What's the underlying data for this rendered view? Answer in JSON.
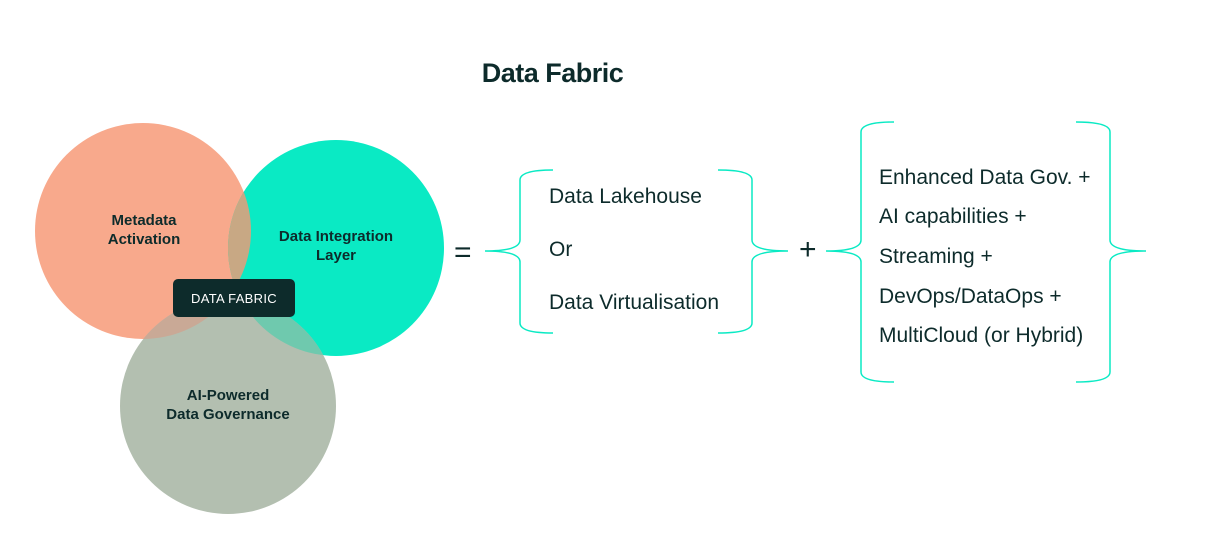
{
  "title": "Data Fabric",
  "circles": {
    "metadata": {
      "line1": "Metadata",
      "line2": "Activation",
      "color": "#f8a98c"
    },
    "integration": {
      "line1": "Data Integration",
      "line2": "Layer",
      "color": "#0aeac4"
    },
    "governance": {
      "line1": "AI-Powered",
      "line2": "Data Governance",
      "color": "#b3bfb0"
    }
  },
  "center_badge": "DATA FABRIC",
  "equals_sign": "=",
  "plus_sign": "+",
  "options": [
    "Data Lakehouse",
    "Or",
    "Data Virtualisation"
  ],
  "capabilities": [
    "Enhanced Data Gov. +",
    "AI capabilities +",
    "Streaming +",
    "DevOps/DataOps +",
    "MultiCloud (or Hybrid)"
  ],
  "colors": {
    "text": "#0d2b2b",
    "bracket": "#0aeac4"
  }
}
